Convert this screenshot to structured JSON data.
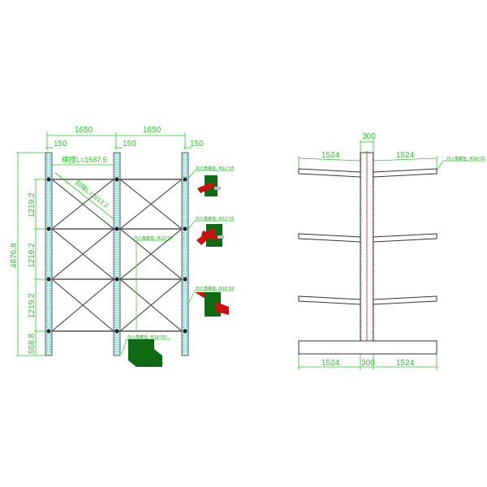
{
  "front_view": {
    "bay_widths": [
      "1650",
      "1650"
    ],
    "upright_widths": [
      "150",
      "150",
      "150"
    ],
    "total_height": "4876.8",
    "level_heights": [
      "1219.2",
      "1219.2",
      "1219.2",
      "558.8"
    ],
    "horizontal_brace": "横撑L=1587.5",
    "diagonal_brace": "斜撑L=2012.2",
    "callouts": [
      {
        "label": "外六角螺栓: M12*35"
      },
      {
        "label": "外六角螺栓: M12*35"
      },
      {
        "label": "外六角螺栓: M12*30"
      },
      {
        "label": "外六角螺栓: M16*50"
      },
      {
        "label": "外六角螺栓: M16*50"
      }
    ]
  },
  "side_view": {
    "column_width_top": "300",
    "arm_left_top": "1524",
    "arm_right_top": "1524",
    "base_left": "1524",
    "base_center": "300",
    "base_right": "1524",
    "callout": "外六角螺栓: M16*35"
  },
  "colors": {
    "dimension": "#22cc22",
    "upright_fill": "#bfeff0",
    "bracket_green": "#0e6b14",
    "brace_red": "#cc1111",
    "centerline": "#cc2222"
  }
}
